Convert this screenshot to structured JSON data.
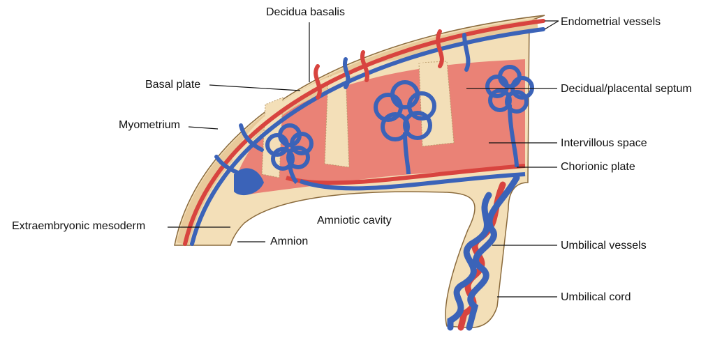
{
  "diagram": {
    "labels": {
      "decidua_basalis": "Decidua basalis",
      "endometrial_vessels": "Endometrial vessels",
      "basal_plate": "Basal plate",
      "decidual_septum": "Decidual/placental septum",
      "myometrium": "Myometrium",
      "intervillous_space": "Intervillous space",
      "chorionic_plate": "Chorionic plate",
      "extraembryonic_mesoderm": "Extraembryonic mesoderm",
      "amniotic_cavity": "Amniotic cavity",
      "amnion": "Amnion",
      "umbilical_vessels": "Umbilical vessels",
      "umbilical_cord": "Umbilical cord"
    },
    "colors": {
      "tissue": "#f3dfb8",
      "tissue_dark": "#e8c99a",
      "artery": "#d8443f",
      "vein": "#3b63b8",
      "blood_space": "#e8726a",
      "outline": "#8a6a3c"
    }
  }
}
